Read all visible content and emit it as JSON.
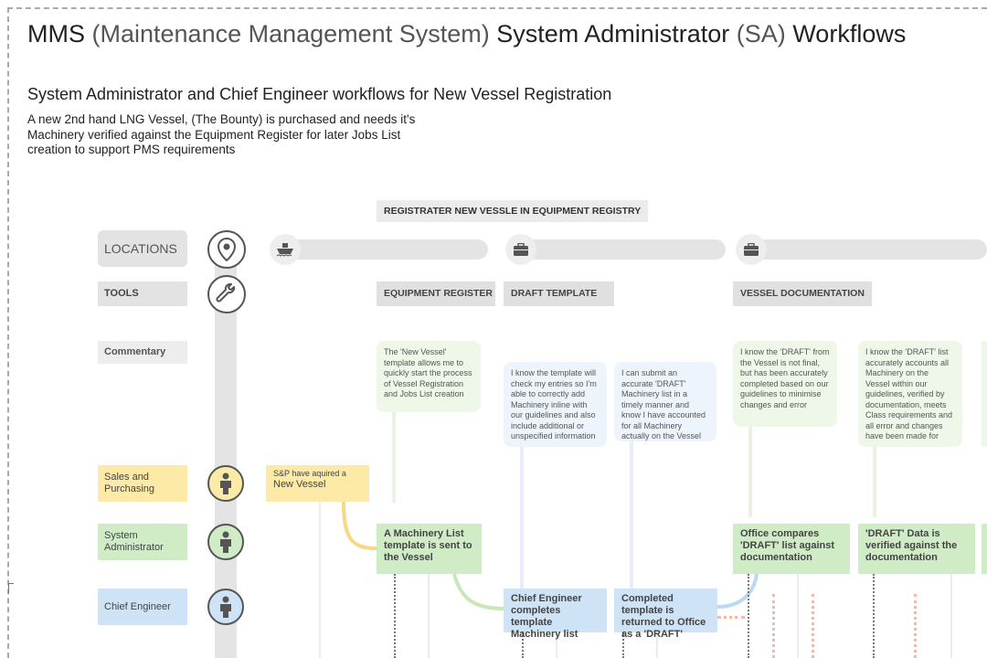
{
  "header": {
    "title_mms": "MMS",
    "title_mms_full": " (Maintenance Management System) ",
    "title_sa": "System Administrator",
    "title_sa_abbr": " (SA) ",
    "title_workflows": "Workflows",
    "subtitle": "System Administrator and Chief Engineer workflows  for New Vessel Registration",
    "description_lines": [
      "A new 2nd hand LNG Vessel, (The Bounty) is purchased and needs it's",
      "Machinery verified against the Equipment Register for later Jobs List",
      "creation to support PMS requirements"
    ]
  },
  "phase_label": "REGISTRATER NEW VESSLE IN EQUIPMENT REGISTRY",
  "rows": {
    "locations": "LOCATIONS",
    "tools": "TOOLS",
    "commentary": "Commentary",
    "sales": "Sales and Purchasing",
    "sysadmin": "System Administrator",
    "chief": "Chief Engineer"
  },
  "tools": {
    "equipment_register": "EQUIPMENT REGISTER",
    "draft_template": "DRAFT TEMPLATE",
    "vessel_documentation": "VESSEL DOCUMENTATION"
  },
  "icons": {
    "location": "location-pin-icon",
    "tools": "wrench-icon",
    "person": "person-icon",
    "ship": "ship-icon",
    "briefcase": "briefcase-icon"
  },
  "comments": [
    "The 'New Vessel' template allows me to quickly start the process of Vessel Registration and Jobs List creation",
    "I know the template will check my entries so I'm able to correctly add Machinery inline with our guidelines and also include additional or unspecified information",
    "I can submit an accurate 'DRAFT' Machinery list in a timely manner and know I have accounted for all Machinery actually on the Vessel",
    "I know the 'DRAFT' from the Vessel is not final, but has been accurately completed based on our guidelines to minimise changes and error",
    "I know the 'DRAFT' list accurately accounts all Machinery on the Vessel within our guidelines, verified by documentation, meets Class requirements and all error and changes have been made for"
  ],
  "steps": {
    "sp_acquired": "S&P have aquired a",
    "sp_new_vessel": "New Vessel",
    "machinery_list_sent": "A Machinery List template is sent to the Vessel",
    "chief_completes": "Chief Engineer completes template Machinery list",
    "completed_returned": "Completed template is returned to Office as a 'DRAFT'",
    "office_compares": "Office compares 'DRAFT' list against documentation",
    "draft_verified": "'DRAFT' Data is verified against the documentation"
  },
  "colors": {
    "yellow": "#fdeaa7",
    "green": "#cfecc6",
    "blue": "#cfe3f6",
    "comment_green": "#eef7e8",
    "comment_blue": "#eef4fb",
    "connector_yellow": "#f7d983",
    "connector_green": "#c6e8b9",
    "connector_blue": "#bcd8f2",
    "pink_dotted": "#f2b9ab"
  }
}
